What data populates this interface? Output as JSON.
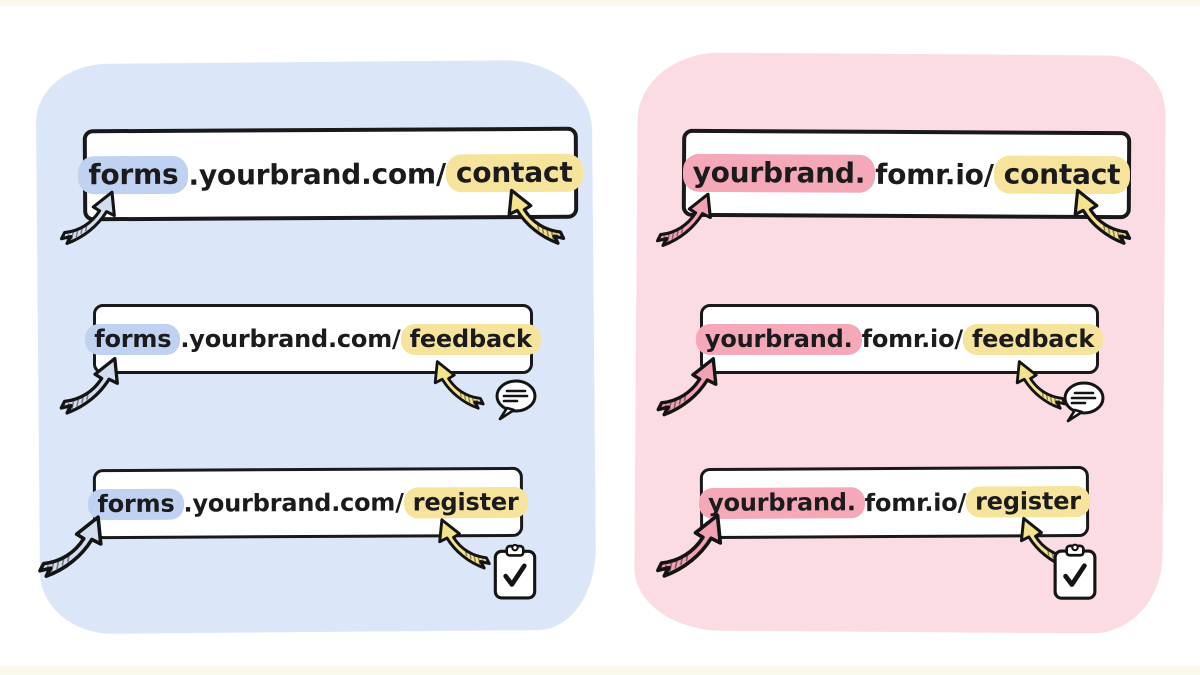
{
  "colors": {
    "left_panel_bg": "#dbe7f8",
    "right_panel_bg": "#fadce2",
    "brand_highlight_left": "#c0d2f2",
    "brand_highlight_right": "#f4a8b8",
    "path_highlight": "#f6e49c",
    "url_text": "#1b1b1d",
    "box_border": "#19191b",
    "arrow_left_fill": "#d3ddf0",
    "arrow_right_fill": "#f1a3b3",
    "arrow_path_fill": "#f4e38c",
    "edge_band_color": "#faf5e6"
  },
  "left_panel": {
    "rows": [
      {
        "subdomain": "forms",
        "rest": ".yourbrand.com/",
        "path": "contact",
        "icon": null
      },
      {
        "subdomain": "forms",
        "rest": ".yourbrand.com/",
        "path": "feedback",
        "icon": "speech-bubble"
      },
      {
        "subdomain": "forms",
        "rest": ".yourbrand.com/",
        "path": "register",
        "icon": "clipboard-check"
      }
    ]
  },
  "right_panel": {
    "rows": [
      {
        "brand": "yourbrand.",
        "rest": "fomr.io/",
        "path": "contact",
        "icon": null
      },
      {
        "brand": "yourbrand.",
        "rest": "fomr.io/",
        "path": "feedback",
        "icon": "speech-bubble"
      },
      {
        "brand": "yourbrand.",
        "rest": "fomr.io/",
        "path": "register",
        "icon": "clipboard-check"
      }
    ]
  }
}
